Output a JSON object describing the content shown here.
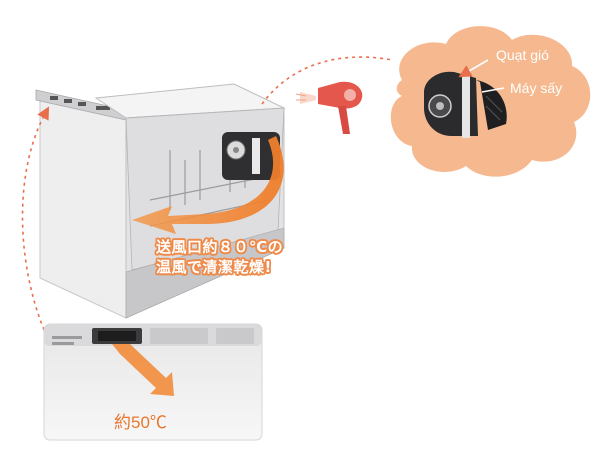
{
  "callout_main": {
    "line1": "送風口約８０℃の",
    "line2": "温風で清潔乾燥!"
  },
  "cloud": {
    "label_fan": "Quạt gió",
    "label_dryer": "Máy sấy"
  },
  "inset": {
    "temperature": "約50℃"
  },
  "colors": {
    "accent_orange": "#ee8a4a",
    "cloud_fill": "#f6b98f",
    "dashed_arrow": "#e86e4c",
    "appliance_gray": "#d9d9da"
  },
  "icons": {
    "dryer": "hair-dryer-icon",
    "fan_unit": "fan-motor-icon"
  }
}
